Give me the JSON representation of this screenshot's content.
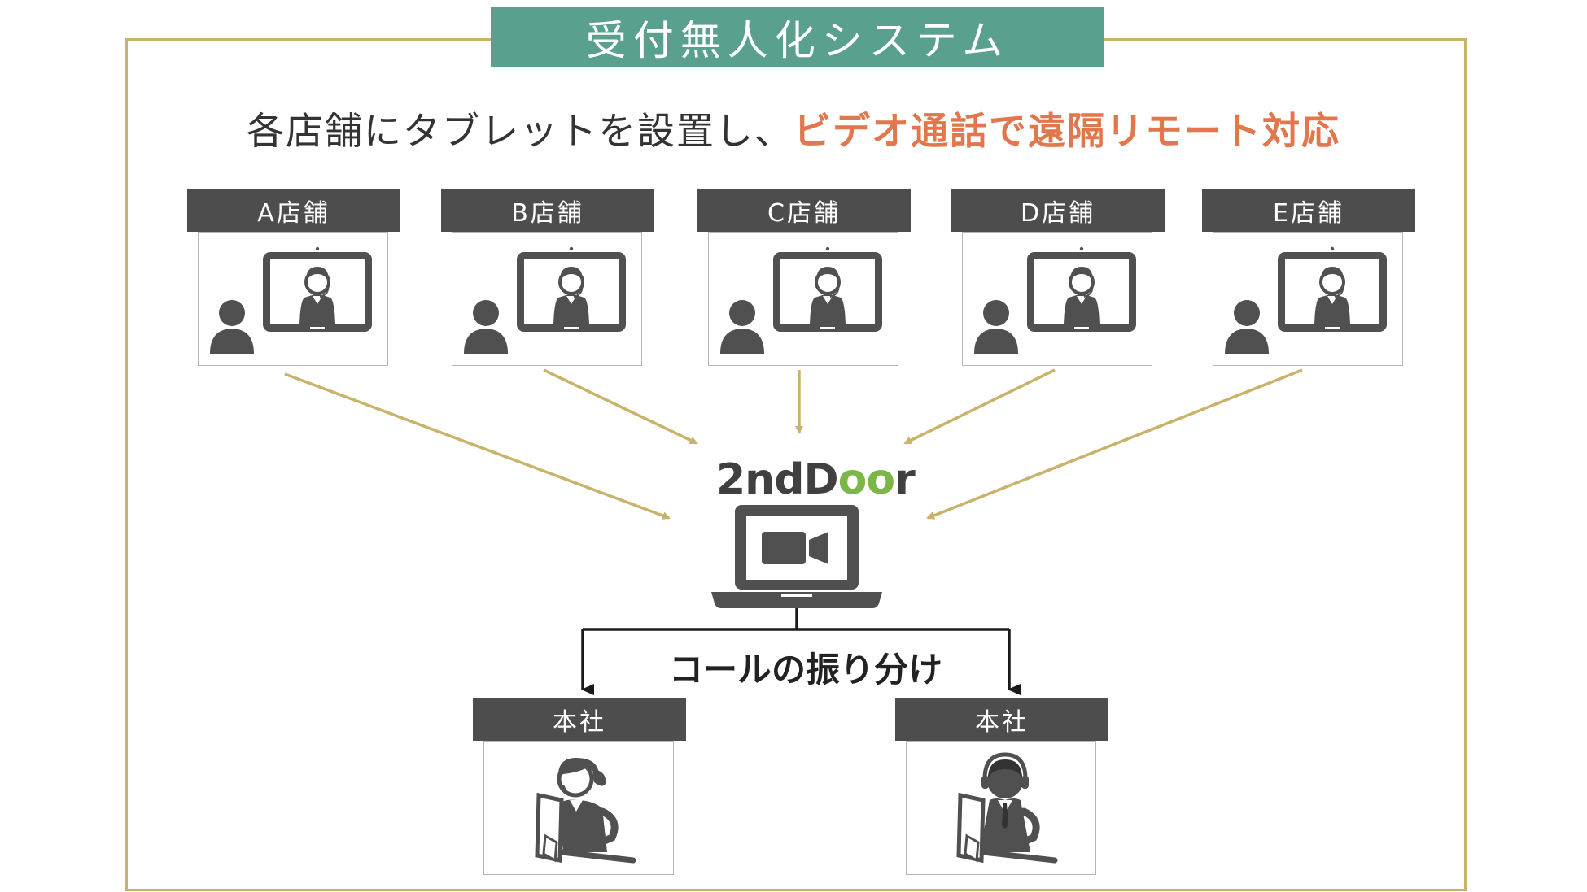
{
  "title": "受付無人化システム",
  "subtitle": {
    "prefix": "各店舗にタブレットを設置し、",
    "highlight": "ビデオ通話で遠隔リモート対応"
  },
  "stores": [
    {
      "label": "A店舗"
    },
    {
      "label": "B店舗"
    },
    {
      "label": "C店舗"
    },
    {
      "label": "D店舗"
    },
    {
      "label": "E店舗"
    }
  ],
  "hub": {
    "logo_prefix": "2nd",
    "logo_d": "D",
    "logo_oo": "oo",
    "logo_suffix": "r"
  },
  "call_routing_label": "コールの振り分け",
  "headquarters": [
    {
      "label": "本社"
    },
    {
      "label": "本社"
    }
  ],
  "colors": {
    "banner": "#5aa08f",
    "frame": "#c9b26a",
    "arrow": "#c9b26a",
    "highlight": "#e2764c",
    "label_bg": "#4d4d4d",
    "logo_accent": "#7ab648"
  }
}
